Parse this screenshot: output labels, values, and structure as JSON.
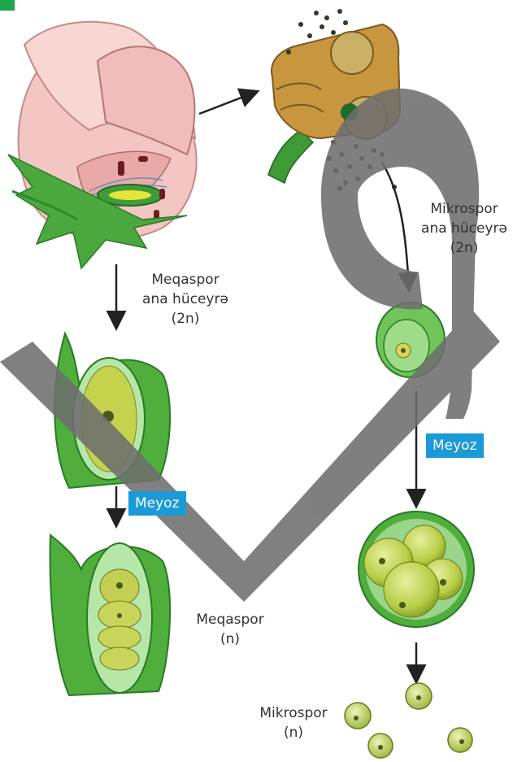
{
  "labels": {
    "megaspore_mother": [
      "Meqaspor",
      "ana hüceyrə",
      "(2n)"
    ],
    "microspore_mother": [
      "Mikrospor",
      "ana hüceyrə",
      "(2n)"
    ],
    "megaspore": [
      "Meqaspor",
      "(n)"
    ],
    "microspore": [
      "Mikrospor",
      "(n)"
    ],
    "meiosis_left": "Meyoz",
    "meiosis_right": "Meyoz"
  },
  "colors": {
    "tag": "#1a9ad6",
    "watermark": "#6e6e6e",
    "corner": "#1aa64a"
  }
}
